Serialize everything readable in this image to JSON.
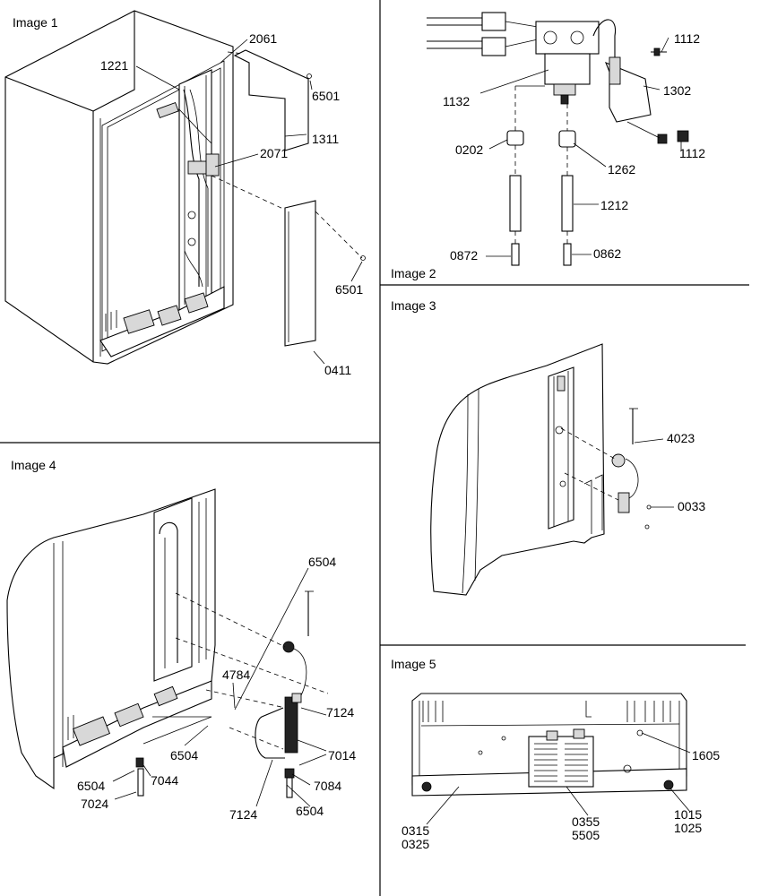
{
  "panels": [
    {
      "title": "Image 1",
      "labels": [
        "1221",
        "2061",
        "6501",
        "1311",
        "2071",
        "6501",
        "0411"
      ]
    },
    {
      "title": "Image 2",
      "labels": [
        "1112",
        "1302",
        "1132",
        "0202",
        "1262",
        "1112",
        "1212",
        "0872",
        "0862"
      ]
    },
    {
      "title": "Image 3",
      "labels": [
        "4023",
        "0033"
      ]
    },
    {
      "title": "Image 4",
      "labels": [
        "6504",
        "4784",
        "7124",
        "6504",
        "7014",
        "6504",
        "7044",
        "7084",
        "7024",
        "7124",
        "6504"
      ]
    },
    {
      "title": "Image 5",
      "labels": [
        "1605",
        "0315",
        "0325",
        "0355",
        "5505",
        "1015",
        "1025"
      ]
    }
  ]
}
